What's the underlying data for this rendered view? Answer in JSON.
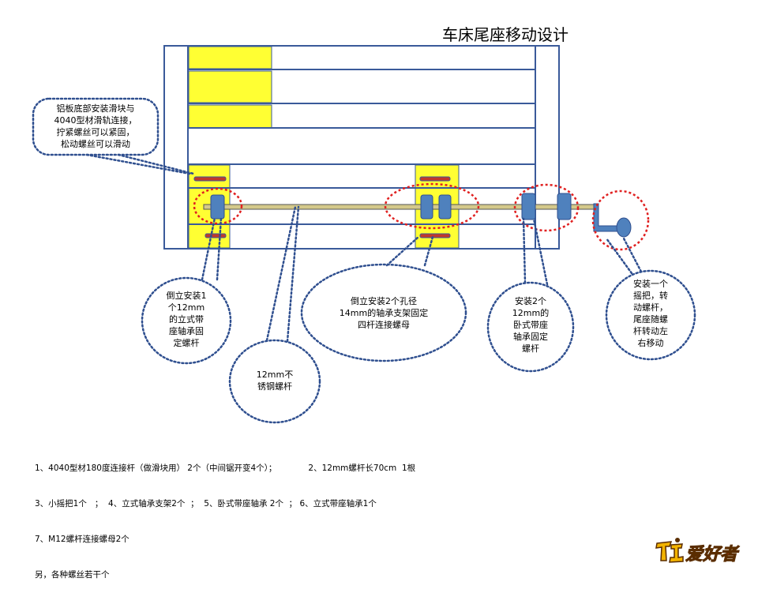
{
  "title": "车床尾座移动设计",
  "callouts": {
    "slider": "铝板底部安装滑块与\n4040型材滑轨连接，\n拧紧螺丝可以紧固，\n松动螺丝可以滑动",
    "vertical_bearing": "倒立安装1\n个12mm\n的立式带\n座轴承固\n定螺杆",
    "rod": "12mm不\n锈钢螺杆",
    "support": "倒立安装2个孔径\n14mm的轴承支架固定\n四杆连接螺母",
    "horizontal_bearing": "安装2个\n12mm的\n卧式带座\n轴承固定\n螺杆",
    "handle": "安装一个\n摇把，转\n动螺杆，\n尾座随螺\n杆转动左\n右移动"
  },
  "parts": {
    "line1a": "1、4040型材180度连接杆（做滑块用） 2个（中间锯开变4个）；",
    "line1b": "2、12mm螺杆长70cm  1根",
    "line2": "3、小摇把1个   ；  4、立式轴承支架2个  ；  5、卧式带座轴承 2个  ； 6、立式带座轴承1个",
    "line3": "7、M12螺杆连接螺母2个",
    "line4": "另，各种螺丝若干个"
  },
  "logo_text": "爱好者",
  "colors": {
    "frame": "#3a5a9a",
    "yellow": "#ffff33",
    "bearing": "#4f81bd",
    "rod": "#d4c98a",
    "red_dash": "#e02020",
    "dot_blue": "#2f4f8f",
    "slot": "#c0392b"
  }
}
